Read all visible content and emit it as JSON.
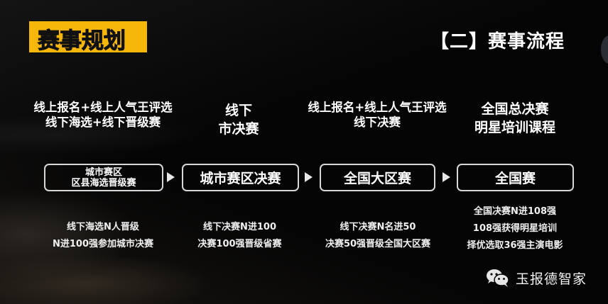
{
  "header": {
    "badge_title": "赛事规划",
    "section_title": "【二】赛事流程",
    "badge_color": "#f7b70a"
  },
  "stages": [
    {
      "top_lines": [
        "线上报名+线上人气王评选",
        "线下海选+线下晋级赛"
      ],
      "box_lines": [
        "城市赛区",
        "区县海选晋级赛"
      ],
      "details": [
        "线下海选N人晋级",
        "N进100强参加城市决赛"
      ]
    },
    {
      "top_lines": [
        "线下",
        "市决赛"
      ],
      "box_lines": [
        "城市赛区决赛"
      ],
      "details": [
        "线下决赛N进100",
        "决赛100强晋级省赛"
      ]
    },
    {
      "top_lines": [
        "线上报名+线上人气王评选",
        "线下决赛"
      ],
      "box_lines": [
        "全国大区赛"
      ],
      "details": [
        "线下决赛N名进50",
        "决赛50强晋级全国大区赛"
      ]
    },
    {
      "top_lines": [
        "全国总决赛",
        "明星培训课程"
      ],
      "box_lines": [
        "全国赛"
      ],
      "details": [
        "全国决赛N进108强",
        "108强获得明星培训",
        "择优选取36强主演电影"
      ]
    }
  ],
  "watermark": {
    "icon": "wechat-icon",
    "text": "玉报德智家"
  }
}
